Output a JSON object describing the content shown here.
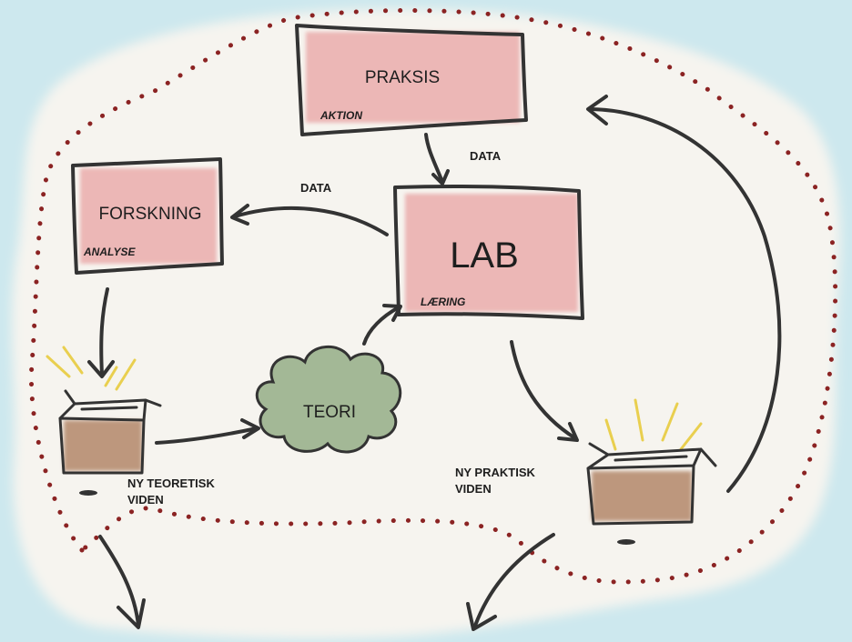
{
  "colors": {
    "background_sky": "#cde8ee",
    "paper": "#f6f4ef",
    "dots": "#8b2323",
    "box_fill": "#e9a3a3",
    "cloud_fill": "#8fa97f",
    "ink": "#333333",
    "box_brown": "#b4876b",
    "sparkle": "#e9cf4f"
  },
  "nodes": {
    "praksis": {
      "title": "PRAKSIS",
      "subtitle": "AKTION"
    },
    "forskning": {
      "title": "FORSKNING",
      "subtitle": "ANALYSE"
    },
    "lab": {
      "title": "LAB",
      "subtitle": "LÆRING"
    },
    "teori": {
      "title": "TEORI"
    }
  },
  "edges": {
    "praksis_to_lab": {
      "label": "DATA"
    },
    "lab_to_forskning": {
      "label": "DATA"
    }
  },
  "outputs": {
    "teoretisk": {
      "line1": "NY TEORETISK",
      "line2": "VIDEN"
    },
    "praktisk": {
      "line1": "NY PRAKTISK",
      "line2": "VIDEN"
    }
  }
}
